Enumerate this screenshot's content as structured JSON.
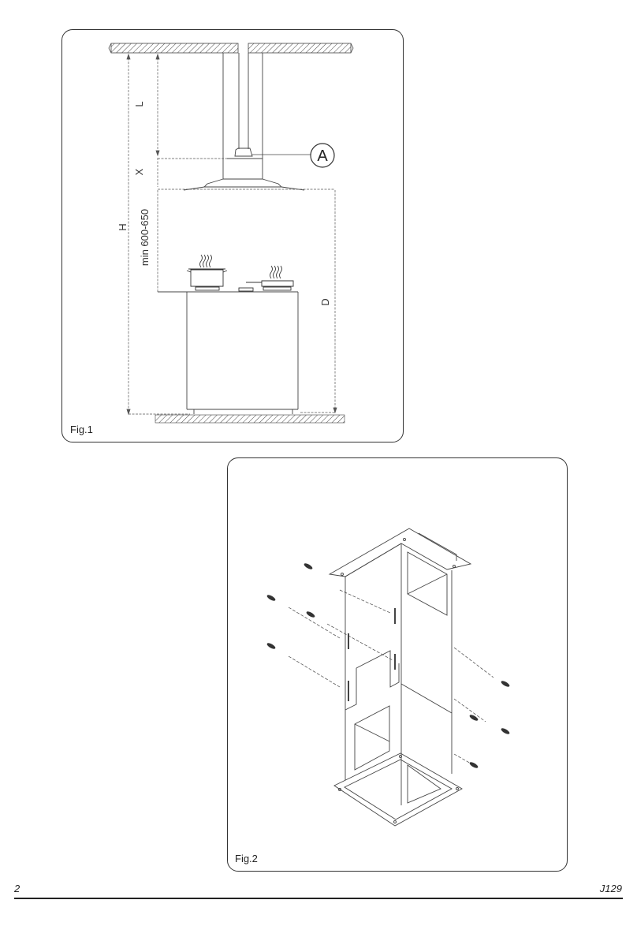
{
  "figures": [
    {
      "id": "fig1",
      "label": "Fig.1",
      "dimensions": {
        "L": "L",
        "X": "X",
        "H": "H",
        "D": "D",
        "min_distance": "min 600-650"
      },
      "callout": "A"
    },
    {
      "id": "fig2",
      "label": "Fig.2"
    }
  ],
  "footer": {
    "page_number": "2",
    "doc_code": "J129"
  }
}
